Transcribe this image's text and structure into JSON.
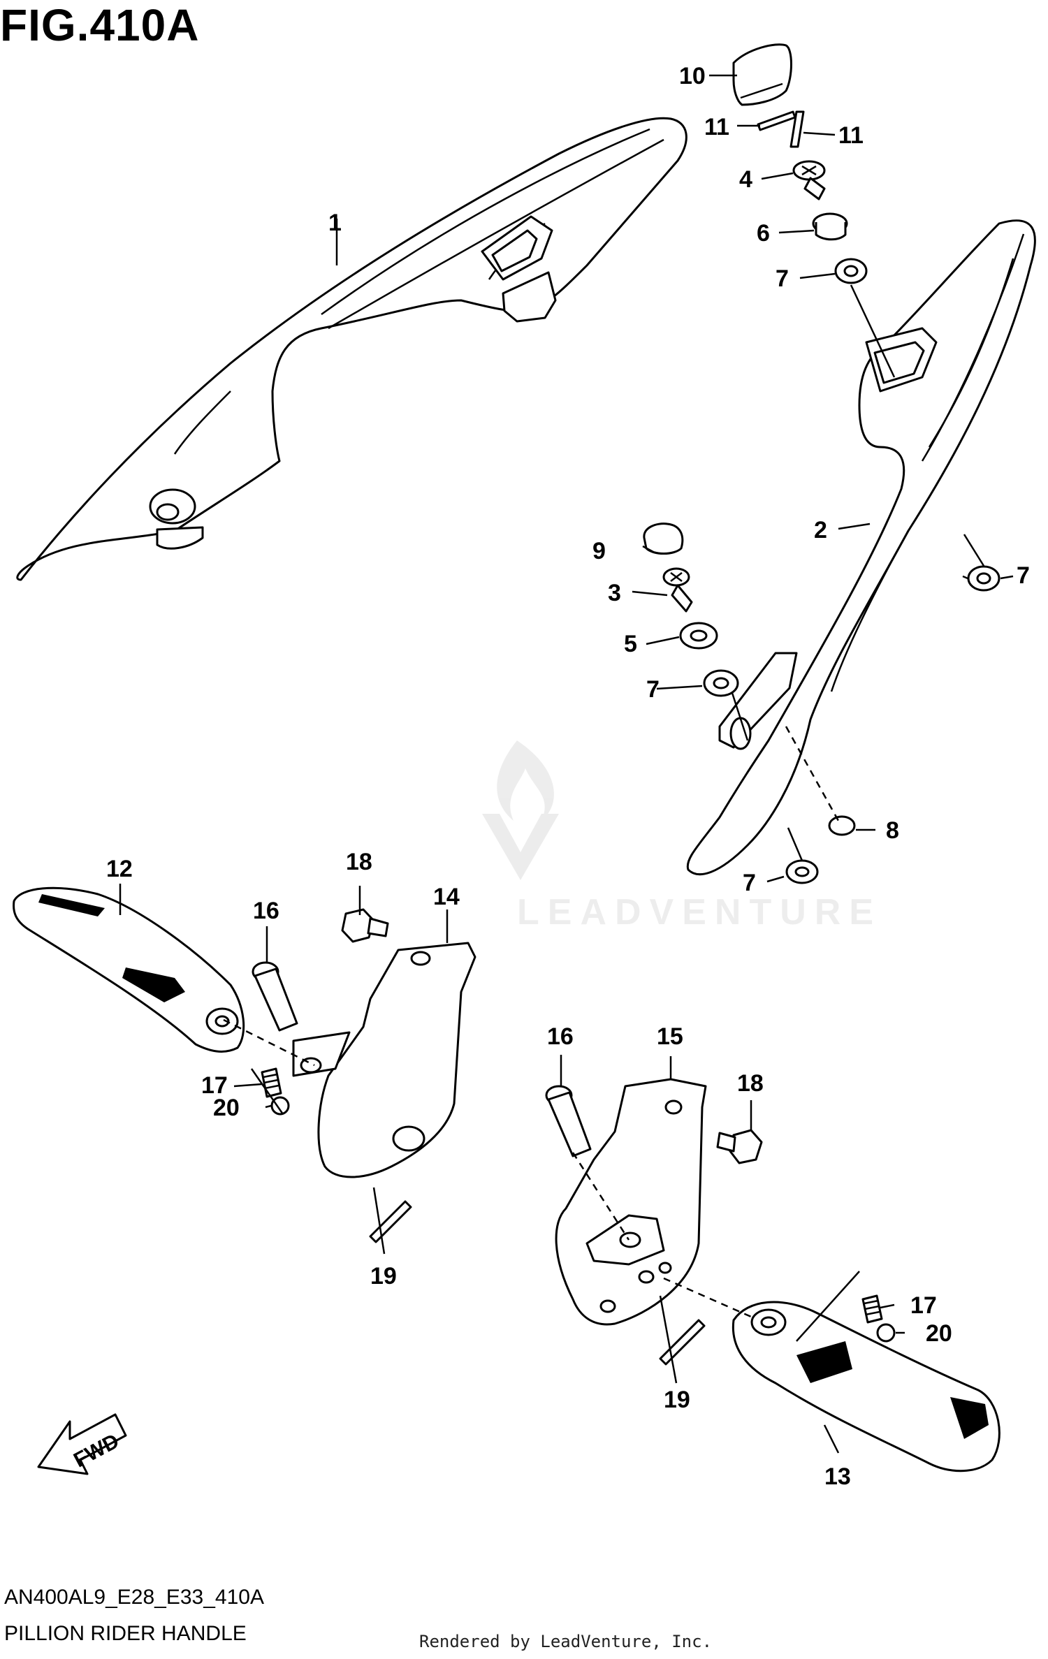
{
  "figure": {
    "title": "FIG.410A",
    "code": "AN400AL9_E28_E33_410A",
    "name": "PILLION RIDER HANDLE",
    "rendered_by": "Rendered by LeadVenture, Inc."
  },
  "watermark": {
    "text": "LEADVENTURE"
  },
  "fwd_label": "FWD",
  "callouts": [
    {
      "id": "c1",
      "label": "1"
    },
    {
      "id": "c2",
      "label": "2"
    },
    {
      "id": "c3",
      "label": "3"
    },
    {
      "id": "c4",
      "label": "4"
    },
    {
      "id": "c5",
      "label": "5"
    },
    {
      "id": "c6",
      "label": "6"
    },
    {
      "id": "c7a",
      "label": "7"
    },
    {
      "id": "c7b",
      "label": "7"
    },
    {
      "id": "c7c",
      "label": "7"
    },
    {
      "id": "c7d",
      "label": "7"
    },
    {
      "id": "c8",
      "label": "8"
    },
    {
      "id": "c9",
      "label": "9"
    },
    {
      "id": "c10",
      "label": "10"
    },
    {
      "id": "c11a",
      "label": "11"
    },
    {
      "id": "c11b",
      "label": "11"
    },
    {
      "id": "c12",
      "label": "12"
    },
    {
      "id": "c13",
      "label": "13"
    },
    {
      "id": "c14",
      "label": "14"
    },
    {
      "id": "c15",
      "label": "15"
    },
    {
      "id": "c16a",
      "label": "16"
    },
    {
      "id": "c16b",
      "label": "16"
    },
    {
      "id": "c17a",
      "label": "17"
    },
    {
      "id": "c17b",
      "label": "17"
    },
    {
      "id": "c18a",
      "label": "18"
    },
    {
      "id": "c18b",
      "label": "18"
    },
    {
      "id": "c19a",
      "label": "19"
    },
    {
      "id": "c19b",
      "label": "19"
    },
    {
      "id": "c20a",
      "label": "20"
    },
    {
      "id": "c20b",
      "label": "20"
    }
  ]
}
